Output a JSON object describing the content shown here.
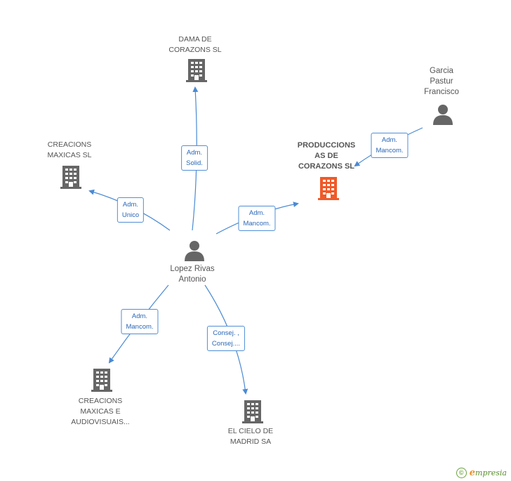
{
  "colors": {
    "accent": "#4a8ad4",
    "main_node": "#f05a28",
    "node": "#666666",
    "brand": "#5b8f2e"
  },
  "nodes": {
    "dama": {
      "label": "DAMA DE\nCORAZONS SL",
      "icon": "building-icon"
    },
    "garcia": {
      "label": "Garcia\nPastur\nFrancisco",
      "icon": "person-icon"
    },
    "creacions": {
      "label": "CREACIONS\nMAXICAS SL",
      "icon": "building-icon"
    },
    "producciones": {
      "label": "PRODUCCIONS\nAS DE\nCORAZONS SL",
      "icon": "building-icon"
    },
    "lopez": {
      "label": "Lopez Rivas\nAntonio",
      "icon": "person-icon"
    },
    "creacions_audio": {
      "label": "CREACIONS\nMAXICAS E\nAUDIOVISUAIS...",
      "icon": "building-icon"
    },
    "cielo": {
      "label": "EL CIELO DE\nMADRID SA",
      "icon": "building-icon"
    }
  },
  "edges": {
    "solid": "Adm.\nSolid.",
    "unico": "Adm.\nUnico",
    "mancom_prod": "Adm.\nMancom.",
    "mancom_garcia": "Adm.\nMancom.",
    "mancom_audio": "Adm.\nMancom.",
    "consej": "Consej. ,\nConsej...."
  },
  "footer": {
    "copyright": "©",
    "brand_initial": "e",
    "brand_rest": "mpresia"
  }
}
